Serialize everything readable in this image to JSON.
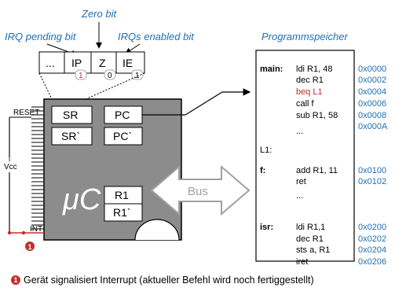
{
  "labels": {
    "zero_bit": "Zero bit",
    "irq_pending_bit": "IRQ pending bit",
    "irqs_enabled_bit": "IRQs enabled bit",
    "programmspeicher": "Programmspeicher"
  },
  "flags": {
    "cells": [
      "...",
      "IP",
      "Z",
      "IE"
    ],
    "values": [
      "1",
      "0",
      "1"
    ]
  },
  "chip": {
    "registers": [
      "SR",
      "PC",
      "SR`",
      "PC`",
      "R1",
      "R1`"
    ],
    "name": "μC",
    "pins": {
      "reset": "RESET",
      "int": "INT",
      "vcc": "Vcc"
    }
  },
  "bus_label": "Bus",
  "program": {
    "labels": [
      "main:",
      "L1:",
      "f:",
      "isr:"
    ],
    "lines": [
      {
        "text": "ldi R1, 48",
        "addr": "0x0000"
      },
      {
        "text": "dec R1",
        "addr": "0x0002"
      },
      {
        "text": "beq L1",
        "addr": "0x0004",
        "highlight": true
      },
      {
        "text": "call f",
        "addr": "0x0006"
      },
      {
        "text": "sub R1, 58",
        "addr": "0x0008"
      },
      {
        "text": "...",
        "addr": "0x000A"
      },
      {
        "text": "add R1, 11",
        "addr": "0x0100"
      },
      {
        "text": "ret",
        "addr": "0x0102"
      },
      {
        "text": "...",
        "addr": ""
      },
      {
        "text": "ldi R1,1",
        "addr": "0x0200"
      },
      {
        "text": "dec R1",
        "addr": "0x0202"
      },
      {
        "text": "sts a, R1",
        "addr": "0x0204"
      },
      {
        "text": "iret",
        "addr": "0x0206"
      }
    ]
  },
  "marker": "1",
  "caption": "Gerät signalisiert Interrupt (aktueller Befehl wird noch fertiggestellt)",
  "colors": {
    "blue": "#1f6fb4",
    "red": "#c0302a",
    "chip": "#8c8c8c",
    "bus": "#a0a0a0"
  }
}
